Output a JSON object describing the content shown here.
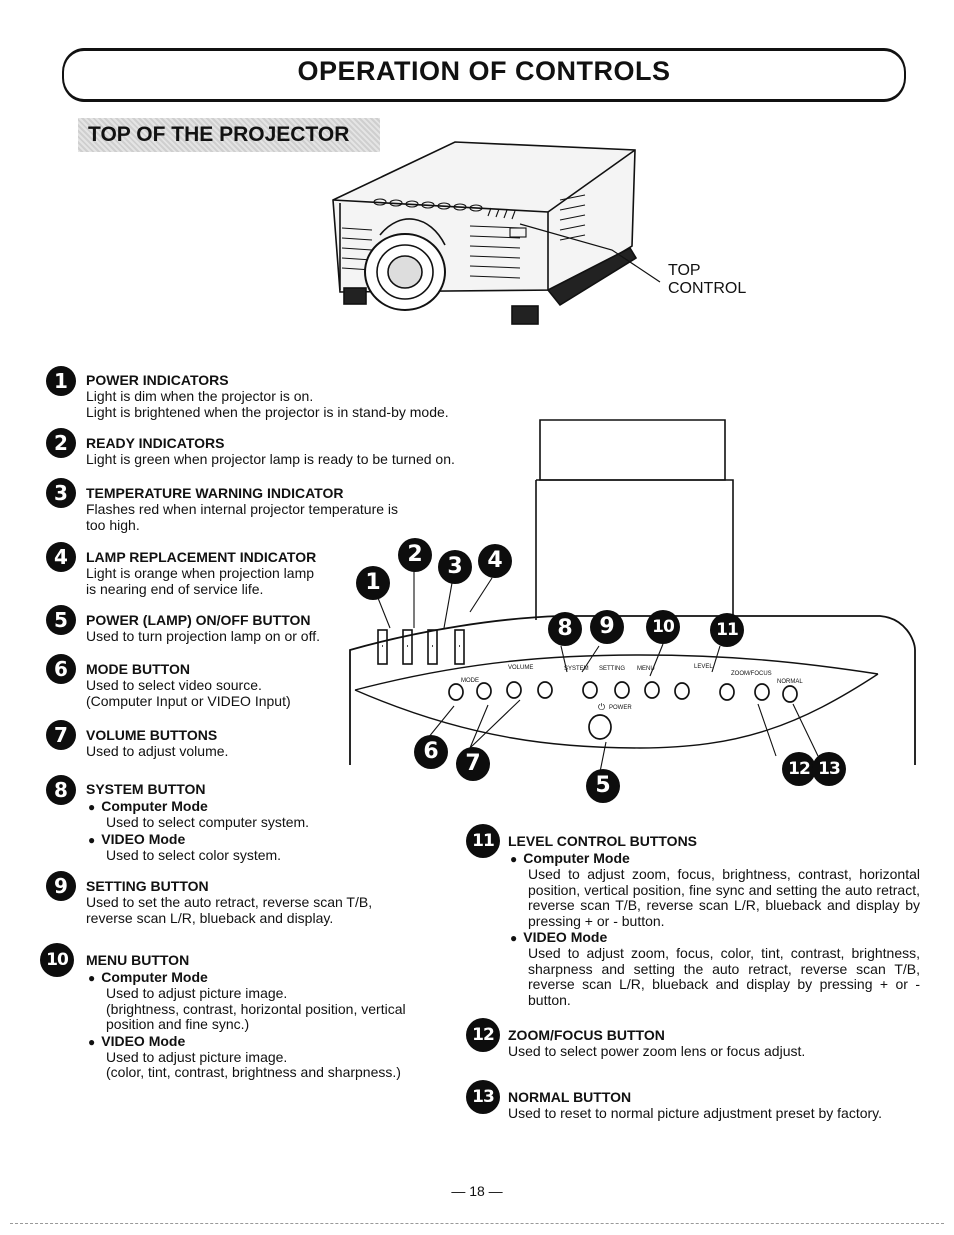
{
  "header": {
    "title": "OPERATION OF CONTROLS"
  },
  "section": {
    "title": "TOP OF THE PROJECTOR"
  },
  "projector_callout": {
    "line1": "TOP",
    "line2": "CONTROL"
  },
  "panel_labels": {
    "mode": "MODE",
    "volume": "VOLUME",
    "system": "SYSTEM",
    "setting": "SETTING",
    "menu": "MENU",
    "level": "LEVEL",
    "zoom_focus": "ZOOM/FOCUS",
    "normal": "NORMAL",
    "power": "POWER"
  },
  "items": [
    {
      "num": "1",
      "title": "POWER INDICATORS",
      "desc": [
        "Light is dim when the projector is on.",
        "Light is brightened when the projector is in stand-by mode."
      ]
    },
    {
      "num": "2",
      "title": "READY INDICATORS",
      "desc": [
        "Light is green when projector lamp is ready to be turned on."
      ]
    },
    {
      "num": "3",
      "title": "TEMPERATURE WARNING INDICATOR",
      "desc": [
        "Flashes red when internal projector temperature is",
        "too high."
      ]
    },
    {
      "num": "4",
      "title": "LAMP REPLACEMENT INDICATOR",
      "desc": [
        "Light is orange when projection lamp",
        "is nearing end of service life."
      ]
    },
    {
      "num": "5",
      "title": "POWER (LAMP) ON/OFF BUTTON",
      "desc": [
        "Used to turn projection lamp on or off."
      ]
    },
    {
      "num": "6",
      "title": "MODE BUTTON",
      "desc": [
        "Used to select video source.",
        "(Computer Input or VIDEO Input)"
      ]
    },
    {
      "num": "7",
      "title": "VOLUME BUTTONS",
      "desc": [
        "Used to adjust volume."
      ]
    },
    {
      "num": "8",
      "title": "SYSTEM BUTTON",
      "subs": [
        {
          "head": "Computer Mode",
          "desc": [
            "Used to select computer system."
          ]
        },
        {
          "head": "VIDEO Mode",
          "desc": [
            "Used to select color system."
          ]
        }
      ]
    },
    {
      "num": "9",
      "title": "SETTING BUTTON",
      "desc": [
        "Used to set the auto retract, reverse scan T/B,",
        "reverse scan L/R, blueback and display."
      ]
    },
    {
      "num": "10",
      "title": "MENU BUTTON",
      "subs": [
        {
          "head": "Computer Mode",
          "desc": [
            "Used to adjust picture image.",
            "(brightness, contrast, horizontal position, vertical",
            "position and fine sync.)"
          ]
        },
        {
          "head": "VIDEO Mode",
          "desc": [
            "Used to adjust picture image.",
            "(color, tint, contrast, brightness and sharpness.)"
          ]
        }
      ]
    },
    {
      "num": "11",
      "title": "LEVEL CONTROL BUTTONS",
      "subs": [
        {
          "head": "Computer Mode",
          "desc": [
            "Used to adjust zoom, focus, brightness, contrast, horizontal position, vertical position, fine sync and setting the auto retract, reverse scan T/B, reverse scan L/R, blueback and display by pressing + or - button."
          ]
        },
        {
          "head": "VIDEO Mode",
          "desc": [
            "Used to adjust zoom, focus, color, tint, contrast, brightness, sharpness and setting the auto retract, reverse scan T/B, reverse scan L/R, blueback and display by pressing + or - button."
          ]
        }
      ]
    },
    {
      "num": "12",
      "title": "ZOOM/FOCUS BUTTON",
      "desc": [
        "Used to select power zoom lens or focus adjust."
      ]
    },
    {
      "num": "13",
      "title": "NORMAL BUTTON",
      "desc": [
        "Used to reset to normal picture adjustment preset by factory."
      ]
    }
  ],
  "footer": {
    "page_number": "18"
  }
}
